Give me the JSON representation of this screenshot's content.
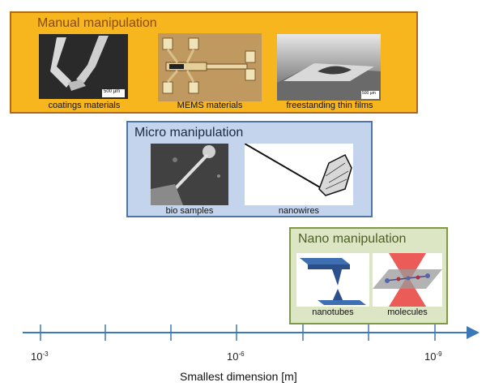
{
  "panels": {
    "manual": {
      "title": "Manual manipulation",
      "items": [
        {
          "caption": "coatings materials",
          "scale": "500 µm"
        },
        {
          "caption": "MEMS materials"
        },
        {
          "caption": "freestanding thin films",
          "scale": "500 µm"
        }
      ]
    },
    "micro": {
      "title": "Micro manipulation",
      "items": [
        {
          "caption": "bio samples"
        },
        {
          "caption": "nanowires"
        }
      ]
    },
    "nano": {
      "title": "Nano manipulation",
      "items": [
        {
          "caption": "nanotubes"
        },
        {
          "caption": "molecules"
        }
      ]
    }
  },
  "axis": {
    "ticks": [
      {
        "base": "10",
        "exp": "-3"
      },
      {
        "base": "10",
        "exp": "-6"
      },
      {
        "base": "10",
        "exp": "-9"
      }
    ],
    "title": "Smallest dimension [m]"
  },
  "colors": {
    "manual_fill": "#f7b51e",
    "micro_fill": "#c3d4ec",
    "nano_fill": "#dde6c4",
    "axis": "#3a78b8"
  }
}
